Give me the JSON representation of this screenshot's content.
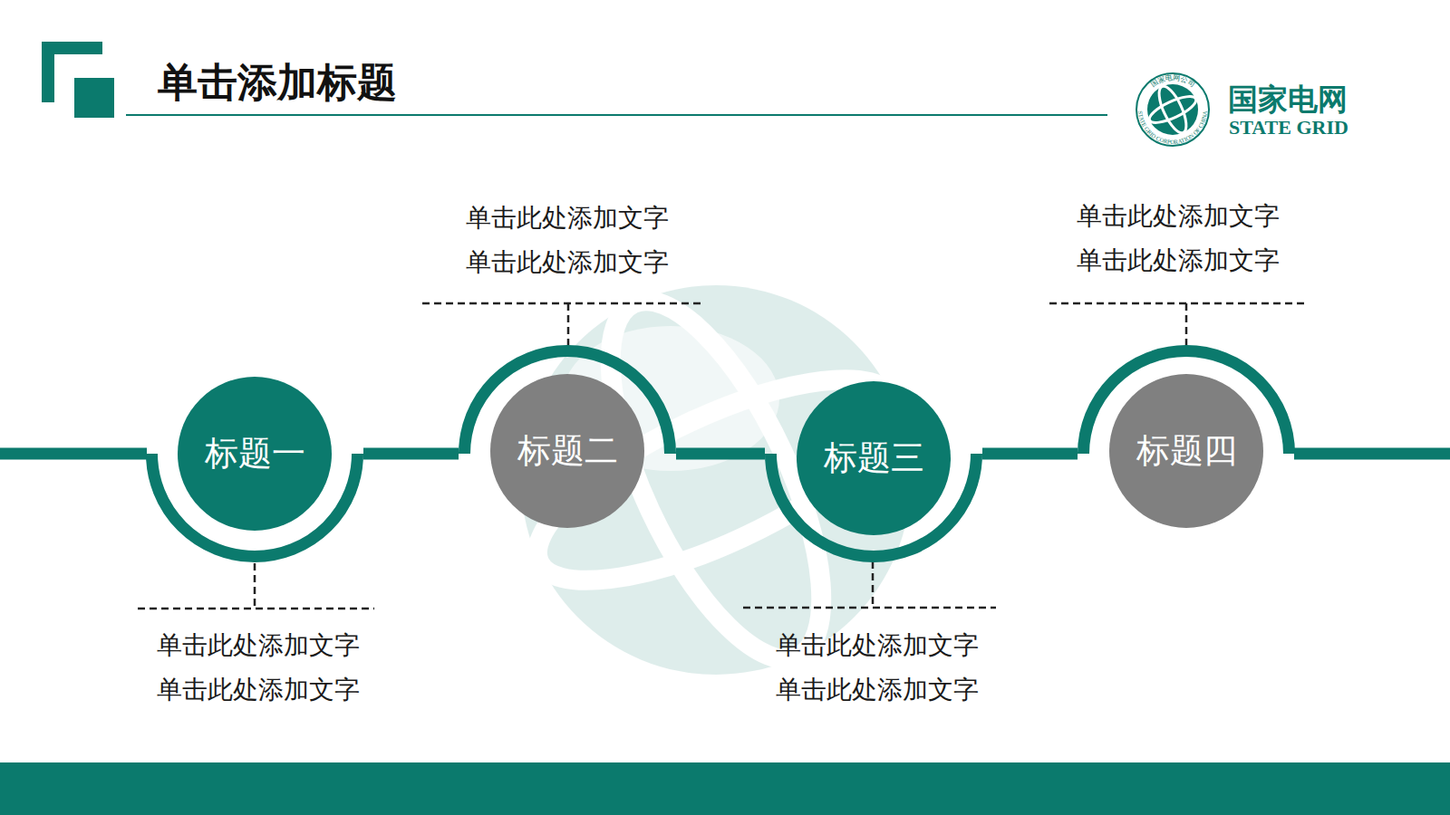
{
  "diagram": {
    "title": "单击添加标题",
    "nodes": [
      {
        "text": [
          "标题一"
        ]
      },
      {
        "text": [
          "标题二"
        ]
      },
      {
        "text": [
          "标题三"
        ]
      },
      {
        "text": [
          "标题四"
        ]
      }
    ],
    "edges": [
      {
        "from": 0,
        "to": 1,
        "arrow": "none"
      },
      {
        "from": 1,
        "to": 2,
        "arrow": "none"
      },
      {
        "from": 2,
        "to": 3,
        "arrow": "none"
      }
    ],
    "labels": [
      "国家电网",
      "STATE GRID",
      "国家电网公司",
      "STATE GRID CORPORATION OF CHINA",
      "单击此处添加文字",
      "单击此处添加文字",
      "单击此处添加文字",
      "单击此处添加文字",
      "单击此处添加文字",
      "单击此处添加文字",
      "单击此处添加文字",
      "单击此处添加文字"
    ]
  }
}
